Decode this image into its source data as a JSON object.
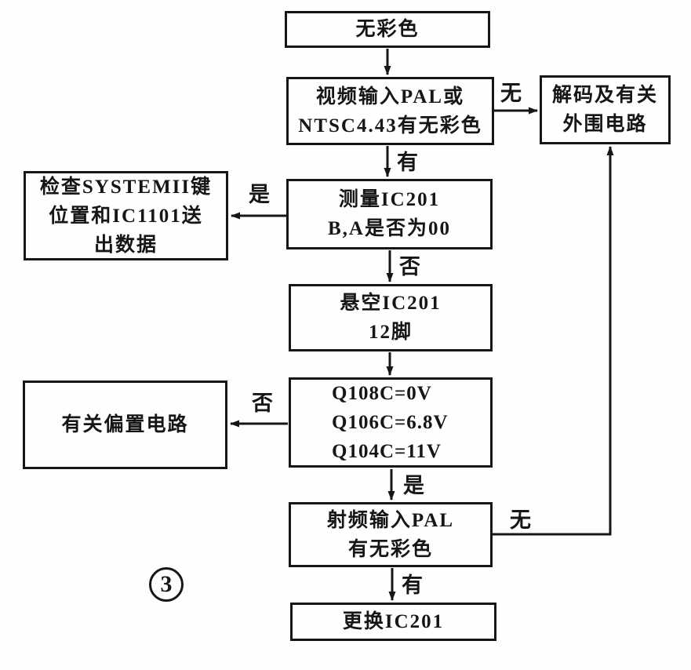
{
  "diagram": {
    "figure_number": "3",
    "nodes": {
      "no_color": {
        "lines": [
          "无彩色"
        ]
      },
      "video_input": {
        "lines": [
          "视频输入PAL或",
          "NTSC4.43有无彩色"
        ]
      },
      "decoder": {
        "lines": [
          "解码及有关",
          "外围电路"
        ]
      },
      "check_system": {
        "lines": [
          "检查SYSTEMII键",
          "位置和IC1101送",
          "出数据"
        ]
      },
      "measure": {
        "lines": [
          "测量IC201",
          "B,A是否为00"
        ]
      },
      "float_pin": {
        "lines": [
          "悬空IC201",
          "12脚"
        ]
      },
      "voltages": {
        "lines": [
          "Q108C=0V",
          "Q106C=6.8V",
          "Q104C=11V"
        ]
      },
      "bias": {
        "lines": [
          "有关偏置电路"
        ]
      },
      "rf_input": {
        "lines": [
          "射频输入PAL",
          "有无彩色"
        ]
      },
      "replace": {
        "lines": [
          "更换IC201"
        ]
      }
    },
    "edges": [
      {
        "from": "no_color",
        "to": "video_input",
        "label": ""
      },
      {
        "from": "video_input",
        "to": "decoder",
        "label": "无"
      },
      {
        "from": "video_input",
        "to": "measure",
        "label": "有"
      },
      {
        "from": "measure",
        "to": "check_system",
        "label": "是"
      },
      {
        "from": "measure",
        "to": "float_pin",
        "label": "否"
      },
      {
        "from": "float_pin",
        "to": "voltages",
        "label": ""
      },
      {
        "from": "voltages",
        "to": "bias",
        "label": "否"
      },
      {
        "from": "voltages",
        "to": "rf_input",
        "label": "是"
      },
      {
        "from": "rf_input",
        "to": "decoder",
        "label": "无"
      },
      {
        "from": "rf_input",
        "to": "replace",
        "label": "有"
      }
    ],
    "colors": {
      "line": "#161616",
      "background": "#fefefe"
    }
  }
}
